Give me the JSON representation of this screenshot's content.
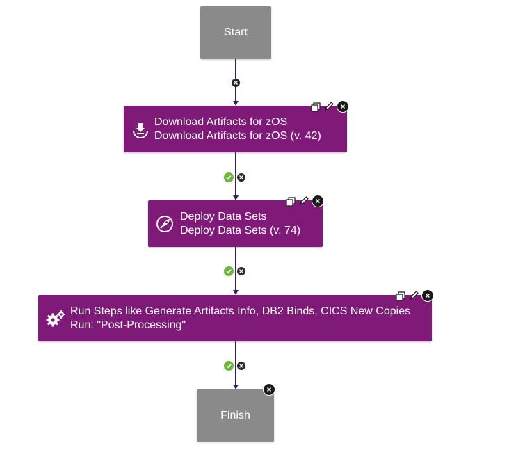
{
  "start": {
    "label": "Start"
  },
  "finish": {
    "label": "Finish"
  },
  "steps": [
    {
      "line1": "Download Artifacts for zOS",
      "line2": "Download Artifacts for zOS (v. 42)",
      "icon": "download-icon"
    },
    {
      "line1": "Deploy Data Sets",
      "line2": "Deploy Data Sets (v. 74)",
      "icon": "rocket-icon"
    },
    {
      "line1": "Run Steps like Generate Artifacts Info, DB2 Binds, CICS New Copies",
      "line2": "Run: \"Post-Processing\"",
      "icon": "gears-icon"
    }
  ],
  "tools": [
    "copy-icon",
    "edit-icon",
    "delete-icon"
  ],
  "colors": {
    "step_bg": "#7f1a79",
    "terminal_bg": "#8a8a8a",
    "connector": "#3c1f57",
    "success": "#6cb63c",
    "failure": "#1b1b1b"
  }
}
